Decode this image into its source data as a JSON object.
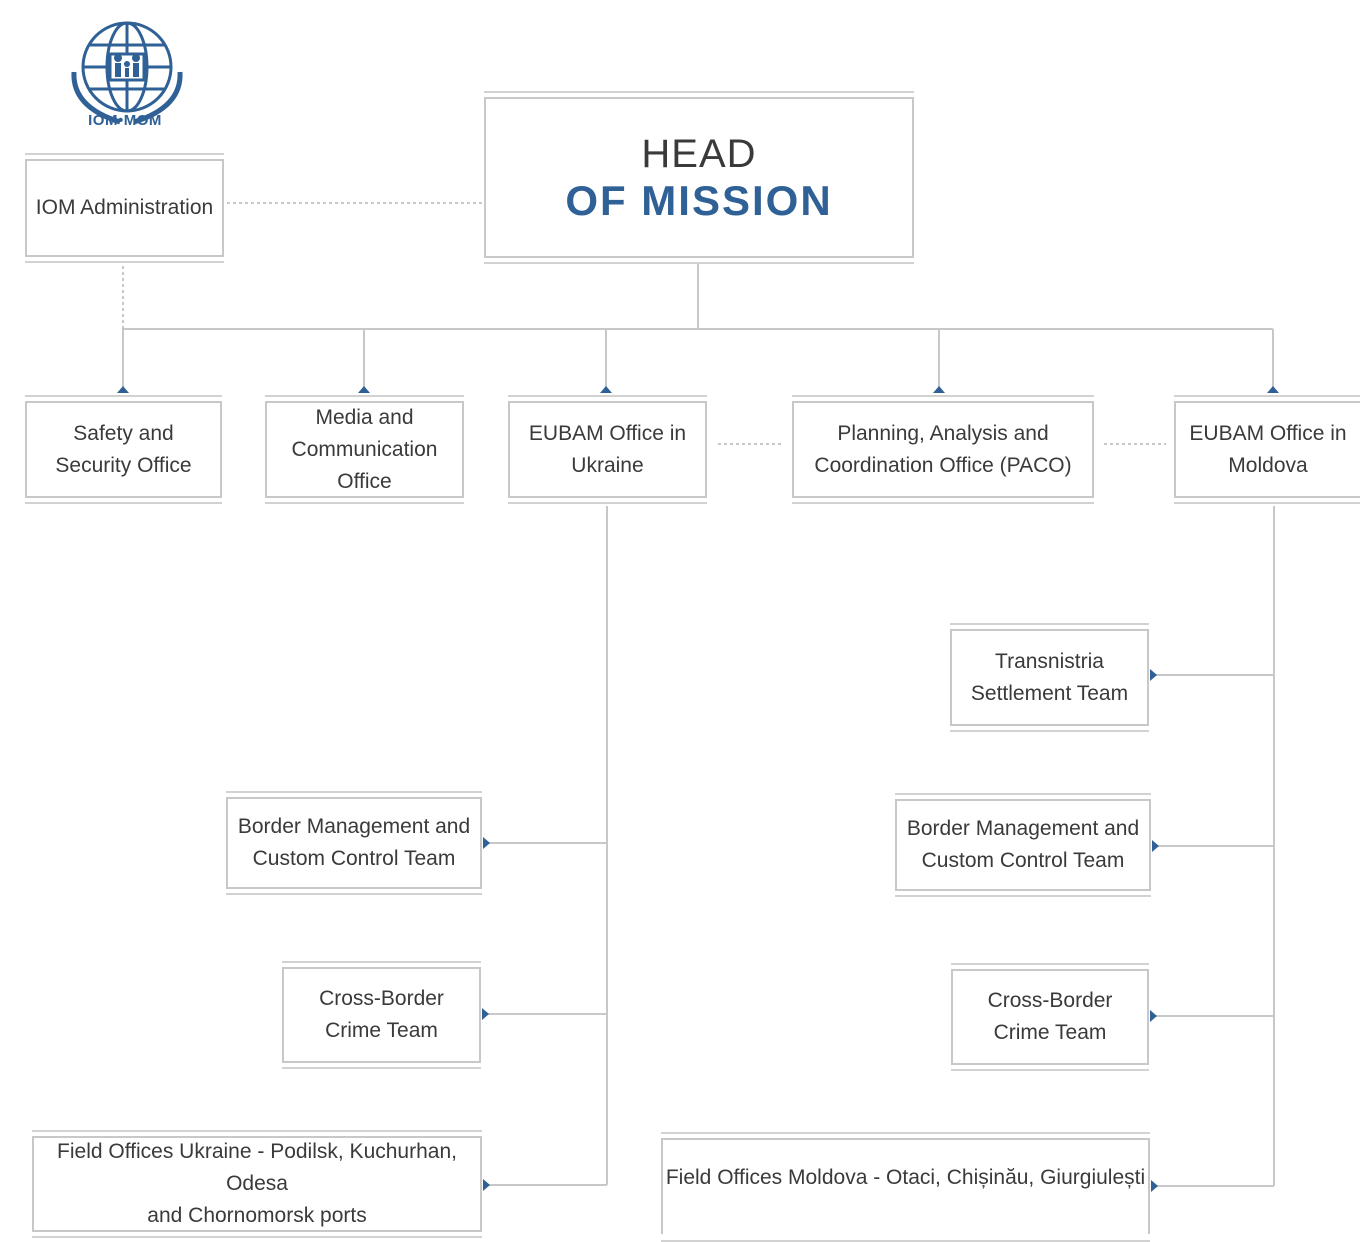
{
  "logo": {
    "text": "IOM•MOM",
    "color": "#2f6096"
  },
  "head": {
    "line1": "HEAD",
    "line2": "OF MISSION"
  },
  "boxes": {
    "iom_admin": "IOM Administration",
    "safety": "Safety and\nSecurity Office",
    "media": "Media and\nCommunication Office",
    "eubam_ua": "EUBAM Office in\nUkraine",
    "paco": "Planning, Analysis and\nCoordination Office (PACO)",
    "eubam_md": "EUBAM Office in\nMoldova",
    "ua_border": "Border Management and\nCustom Control Team",
    "ua_crime": "Cross-Border\nCrime Team",
    "ua_field": "Field Offices Ukraine - Podilsk, Kuchurhan, Odesa\nand Chornomorsk ports",
    "md_transnistria": "Transnistria\nSettlement Team",
    "md_border": "Border Management and\nCustom Control Team",
    "md_crime": "Cross-Border\nCrime Team",
    "md_field": "Field Offices Moldova - Otaci, Chișinău, Giurgiulești"
  },
  "colors": {
    "accent": "#2f6096",
    "line": "#c8c8c8",
    "text": "#3a3a3a"
  }
}
